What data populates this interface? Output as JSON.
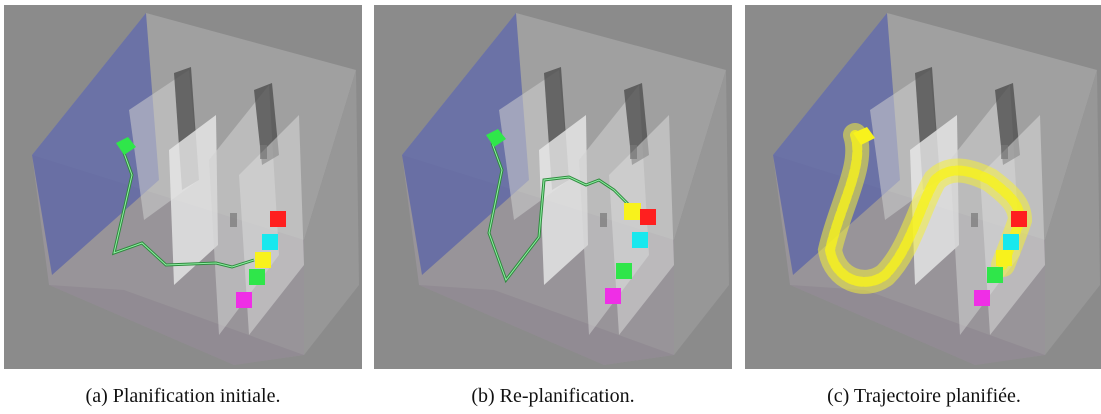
{
  "panels": [
    {
      "id": "a",
      "caption": "(a)  Planification initiale."
    },
    {
      "id": "b",
      "caption": "(b)  Re-planification."
    },
    {
      "id": "c",
      "caption": "(c)  Trajectoire planifiée."
    }
  ],
  "colors": {
    "background": "#8b8b8b",
    "blue_wall": "#5a63a8",
    "path_green": "#4fd37a",
    "path_yellow": "#f4ef3a",
    "cube_red": "#ff1f1f",
    "cube_cyan": "#18e8ee",
    "cube_yellow": "#f8f21c",
    "cube_green": "#2fe64a",
    "cube_magenta": "#ef2ee6"
  }
}
